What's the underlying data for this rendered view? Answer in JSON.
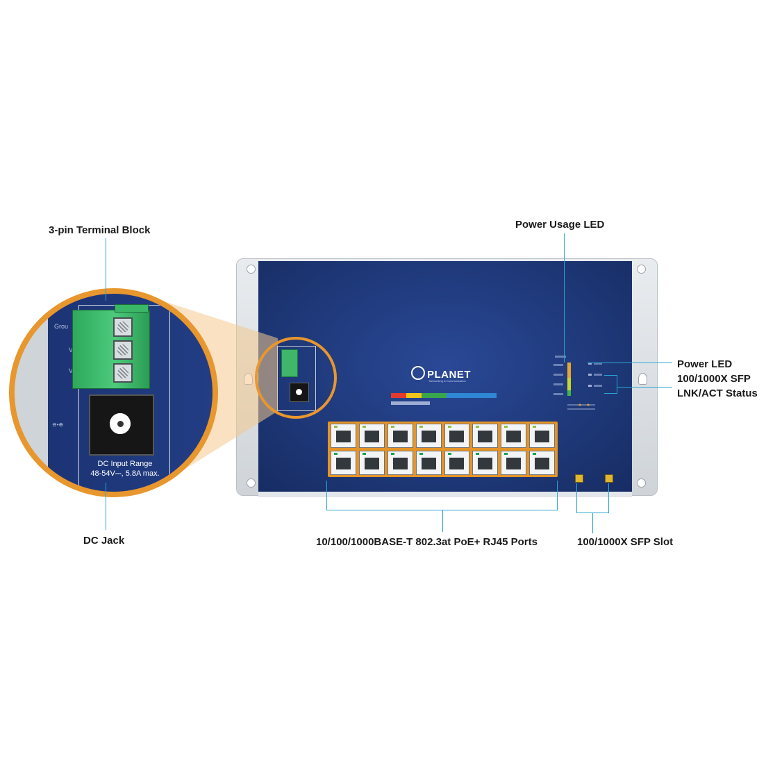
{
  "callouts": {
    "terminal_block": "3-pin Terminal Block",
    "dc_jack": "DC Jack",
    "power_usage_led": "Power Usage LED",
    "power_led": "Power LED",
    "sfp_status_line1": "100/1000X SFP",
    "sfp_status_line2": "LNK/ACT Status",
    "rj45_ports": "10/100/1000BASE-T 802.3at PoE+ RJ45 Ports",
    "sfp_slot": "100/1000X SFP Slot"
  },
  "zoom_panel": {
    "dc_input_title": "DC Input Range",
    "dc_input_spec": "48-54V⎓, 5.8A max.",
    "side_label_ground": "Grou",
    "side_label_v1": "V",
    "side_label_v2": "V"
  },
  "device": {
    "brand": "PLANET",
    "tagline": "Networking & Communication",
    "rj45_port_count": 16,
    "sfp_slot_count": 2
  },
  "colors": {
    "accent_orange": "#e8962e",
    "leader_line_blue": "#2aa6d6",
    "panel_blue": "#1e3878",
    "terminal_green": "#3fb66a"
  }
}
